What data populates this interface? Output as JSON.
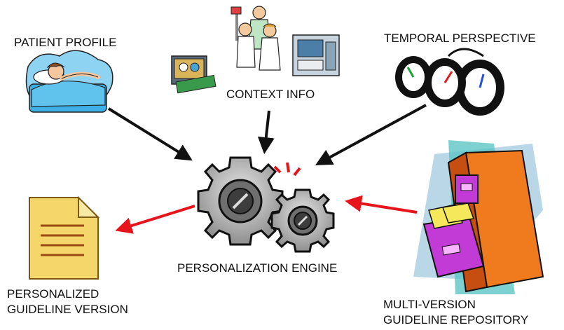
{
  "labels": {
    "patient_profile": "PATIENT PROFILE",
    "context_info": "CONTEXT INFO",
    "temporal_perspective": "TEMPORAL PERSPECTIVE",
    "personalization_engine": "PERSONALIZATION ENGINE",
    "personalized_line1": "PERSONALIZED",
    "personalized_line2": "GUIDELINE VERSION",
    "repository_line1": "MULTI-VERSION",
    "repository_line2": "GUIDELINE REPOSITORY"
  },
  "icons": {
    "patient": "patient-in-bed-icon",
    "medical_staff": "medical-staff-icon",
    "monitor": "medical-monitor-icon",
    "equipment": "medical-equipment-icon",
    "clocks": "clocks-icon",
    "gears": "gears-icon",
    "document": "document-icon",
    "cabinet": "file-cabinet-icon"
  },
  "colors": {
    "input_arrow": "#111111",
    "output_arrow": "#e8141c",
    "gear_fill": "#a8a8a8",
    "cabinet_front": "#f07a1e",
    "cabinet_accent": "#c23bd6",
    "document": "#f4d66a"
  }
}
